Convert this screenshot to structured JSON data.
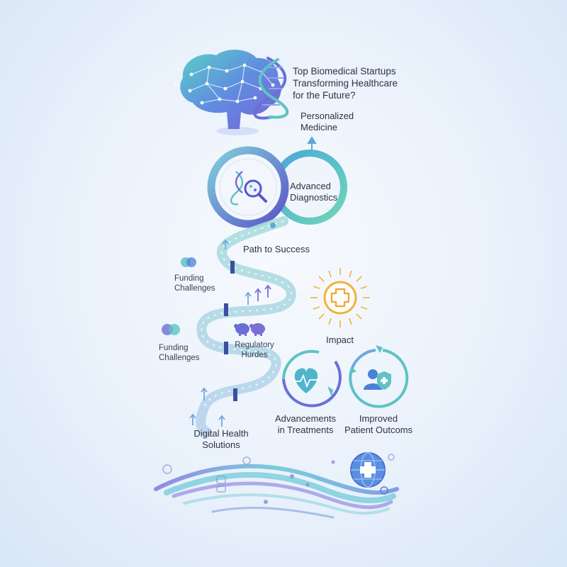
{
  "title": "Top Biomedical Startups\nTransforming Healthcare\nfor the Future?",
  "nodes": {
    "personalized_medicine": "Personalized\nMedicine",
    "advanced_diagnostics": "Advanced\nDiagnostics",
    "path_to_success": "Path to Success",
    "funding_challenges_1": "Funding\nChallenges",
    "funding_challenges_2": "Funding\nChallenges",
    "regulatory_hurdes": "Regulatory\nHurdes",
    "impact": "Impact",
    "digital_health": "Digital Health\nSolutions",
    "advancements": "Advancements\nin Treatments",
    "improved_outcomes": "Improved\nPatient Outcoms"
  },
  "icons": [
    "brain-icon",
    "dna-icon",
    "magnifier-dna-icon",
    "sun-medical-cross-icon",
    "heart-pulse-icon",
    "patient-shield-icon",
    "globe-medical-icon",
    "piggy-bank-icon",
    "venn-circles-icon",
    "arrow-up-icon"
  ],
  "colors": {
    "teal": "#5fc2c4",
    "purple": "#6a6fd6",
    "blue": "#4a82d6",
    "orange": "#f2b33a",
    "dark_marker": "#3b4fa0"
  }
}
